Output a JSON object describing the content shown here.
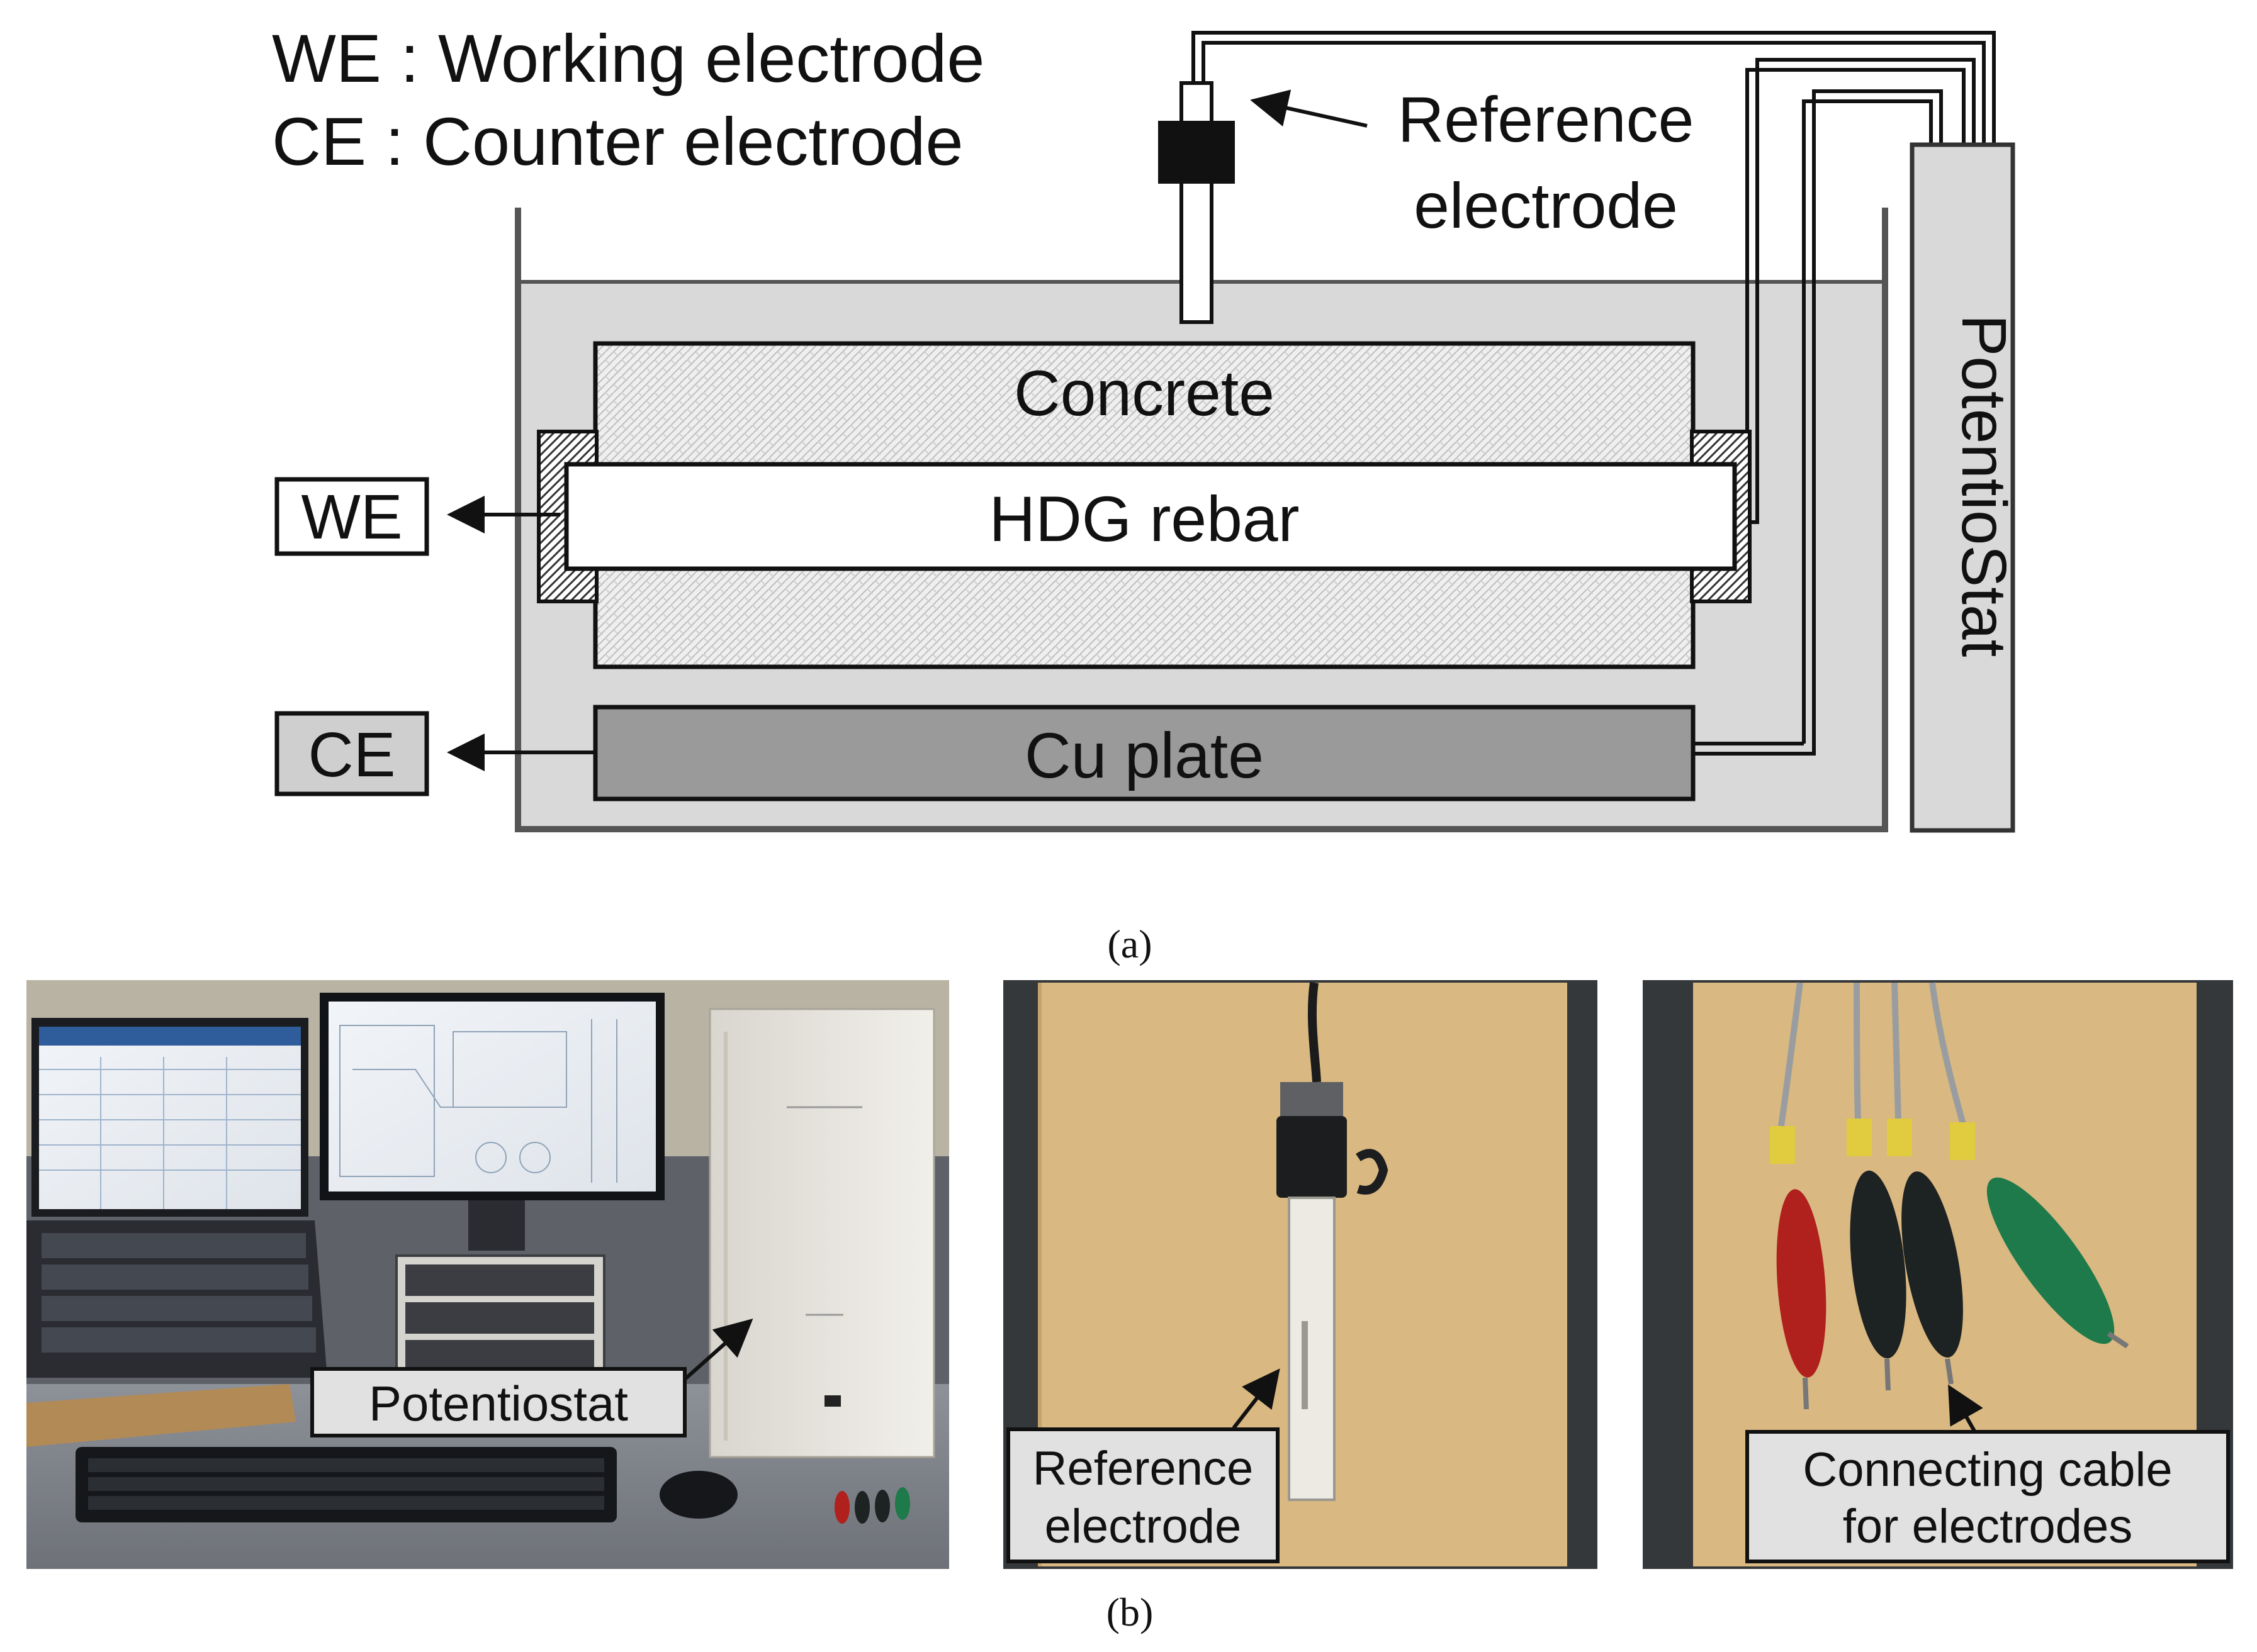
{
  "legend": {
    "we_line": "WE : Working electrode",
    "ce_line": "CE : Counter electrode"
  },
  "diagram": {
    "reference_electrode": [
      "Reference",
      "electrode"
    ],
    "potentiostat": "PotentioStat",
    "concrete": "Concrete",
    "rebar": "HDG rebar",
    "cu_plate": "Cu plate",
    "we_box": "WE",
    "ce_box": "CE"
  },
  "captions": {
    "a": "(a)",
    "b": "(b)"
  },
  "photos": {
    "photo1_label": "Potentiostat",
    "photo2_label": [
      "Reference",
      "electrode"
    ],
    "photo3_label": [
      "Connecting cable",
      "for electrodes"
    ]
  },
  "colors": {
    "tank_fill": "#d9d9d9",
    "concrete_fill": "#eeeeee",
    "cu_plate_fill": "#9a9a9a",
    "label_box_fill": "#dcdcdc",
    "paper_tan": "#d9b882",
    "clip_red": "#b0201c",
    "clip_black": "#1d2222",
    "clip_green": "#1e7a4a"
  }
}
